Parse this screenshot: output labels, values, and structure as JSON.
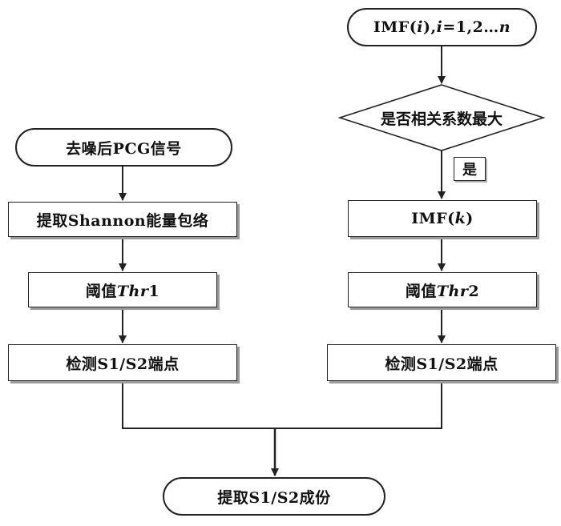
{
  "left_branch": {
    "start_label": "去噪后PCG信号",
    "envelope_label": "提取Shannon能量包络",
    "threshold": {
      "prefix": "阈值",
      "symbol": "Thr",
      "index": "1"
    },
    "detect_label": "检测S1/S2端点"
  },
  "right_branch": {
    "start": {
      "prefix": "IMF(",
      "var": "i",
      "mid": "),",
      "var2": "i",
      "suffix": "=1,2…",
      "var3": "n"
    },
    "decision_label": "是否相关系数最大",
    "yes_label": "是",
    "imf": {
      "prefix": "IMF(",
      "var": "k",
      "suffix": ")"
    },
    "threshold": {
      "prefix": "阈值",
      "symbol": "Thr",
      "index": "2"
    },
    "detect_label": "检测S1/S2端点"
  },
  "end_label": "提取S1/S2成份"
}
